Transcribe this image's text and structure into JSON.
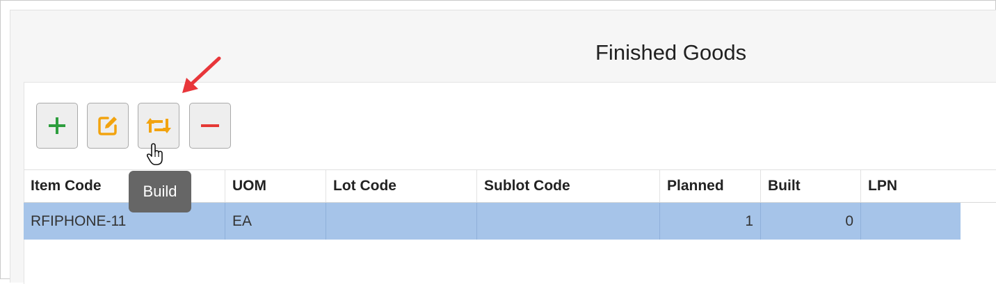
{
  "page": {
    "title": "Finished Goods"
  },
  "toolbar": {
    "buttons": [
      {
        "name": "add",
        "icon": "plus-icon",
        "color": "#2e9e3e"
      },
      {
        "name": "edit",
        "icon": "edit-icon",
        "color": "#f2a30f"
      },
      {
        "name": "build",
        "icon": "repeat-icon",
        "color": "#f2a30f"
      },
      {
        "name": "remove",
        "icon": "minus-icon",
        "color": "#e53935"
      }
    ],
    "tooltip": "Build"
  },
  "table": {
    "columns": [
      "Item Code",
      "UOM",
      "Lot Code",
      "Sublot Code",
      "Planned",
      "Built",
      "LPN"
    ],
    "rows": [
      {
        "item_code": "RFIPHONE-11",
        "uom": "EA",
        "lot_code": "",
        "sublot_code": "",
        "planned": "1",
        "built": "0",
        "lpn": ""
      }
    ],
    "selected_row_color": "#a6c4e9"
  },
  "annotation": {
    "arrow_color": "#e8363a"
  }
}
